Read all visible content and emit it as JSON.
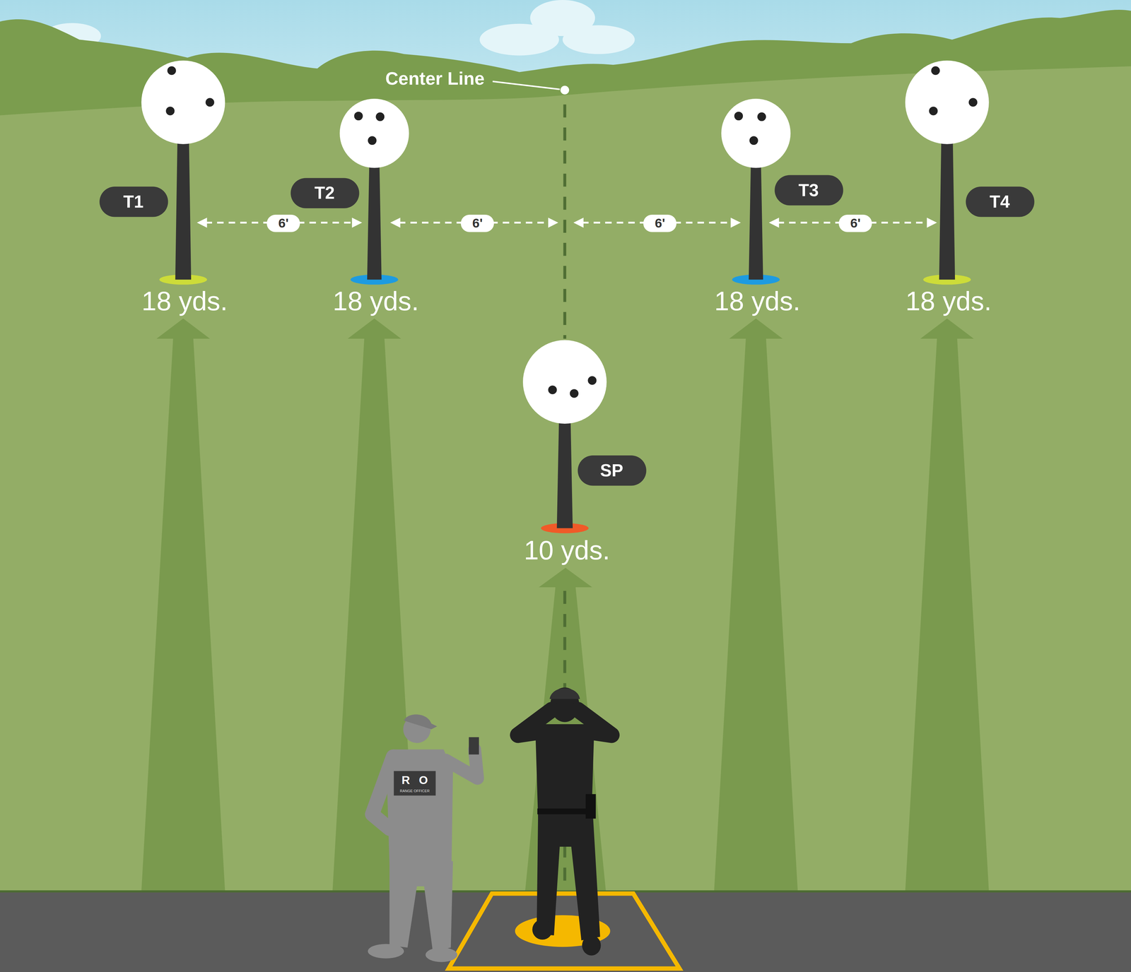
{
  "diagram": {
    "nodes": [
      {
        "text": [
          "T1"
        ]
      },
      {
        "text": [
          "T2"
        ]
      },
      {
        "text": [
          "T3"
        ]
      },
      {
        "text": [
          "T4"
        ]
      },
      {
        "text": [
          "SP"
        ]
      }
    ],
    "labels": [
      "Center Line",
      "6'",
      "6'",
      "6'",
      "6'",
      "18 yds.",
      "18 yds.",
      "18 yds.",
      "18 yds.",
      "10 yds.",
      "R O",
      "RANGE OFFICER"
    ]
  }
}
